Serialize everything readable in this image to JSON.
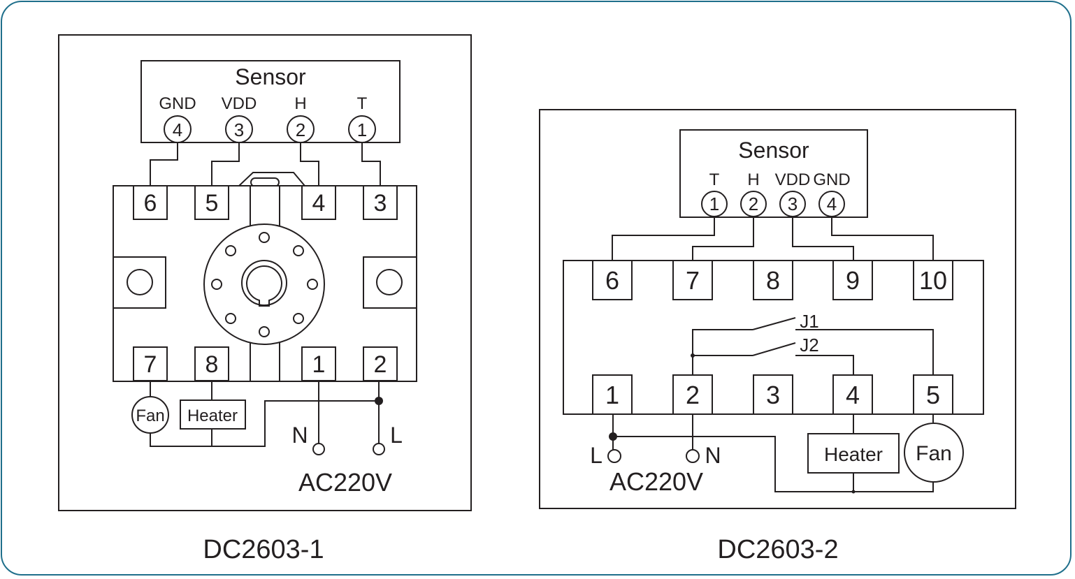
{
  "diagram_1": {
    "caption": "DC2603-1",
    "sensor_title": "Sensor",
    "sensor_pins": [
      {
        "label": "GND",
        "num": "4"
      },
      {
        "label": "VDD",
        "num": "3"
      },
      {
        "label": "H",
        "num": "2"
      },
      {
        "label": "T",
        "num": "1"
      }
    ],
    "top_terminals": [
      "6",
      "5",
      "4",
      "3"
    ],
    "bottom_terminals": [
      "7",
      "8",
      "1",
      "2"
    ],
    "fan_label": "Fan",
    "heater_label": "Heater",
    "n_label": "N",
    "l_label": "L",
    "power_label": "AC220V"
  },
  "diagram_2": {
    "caption": "DC2603-2",
    "sensor_title": "Sensor",
    "sensor_pins": [
      {
        "label": "T",
        "num": "1"
      },
      {
        "label": "H",
        "num": "2"
      },
      {
        "label": "VDD",
        "num": "3"
      },
      {
        "label": "GND",
        "num": "4"
      }
    ],
    "top_terminals": [
      "6",
      "7",
      "8",
      "9",
      "10"
    ],
    "bottom_terminals": [
      "1",
      "2",
      "3",
      "4",
      "5"
    ],
    "relay_1": "J1",
    "relay_2": "J2",
    "heater_label": "Heater",
    "fan_label": "Fan",
    "l_label": "L",
    "n_label": "N",
    "power_label": "AC220V"
  }
}
